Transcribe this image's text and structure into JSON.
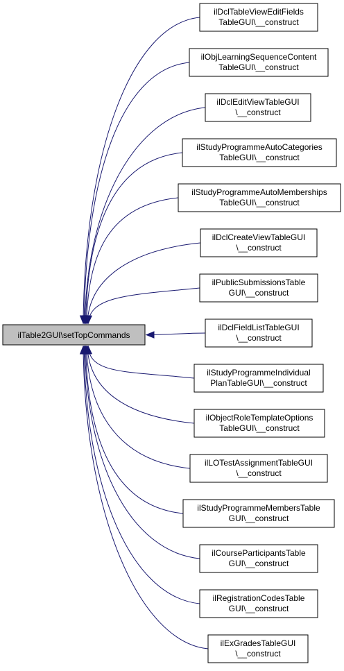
{
  "diagram": {
    "root": {
      "line1": "ilTable2GUI\\setTopCommands"
    },
    "callers": [
      {
        "line1": "ilDclTableViewEditFields",
        "line2": "TableGUI\\__construct"
      },
      {
        "line1": "ilObjLearningSequenceContent",
        "line2": "TableGUI\\__construct"
      },
      {
        "line1": "ilDclEditViewTableGUI",
        "line2": "\\__construct"
      },
      {
        "line1": "ilStudyProgrammeAutoCategories",
        "line2": "TableGUI\\__construct"
      },
      {
        "line1": "ilStudyProgrammeAutoMemberships",
        "line2": "TableGUI\\__construct"
      },
      {
        "line1": "ilDclCreateViewTableGUI",
        "line2": "\\__construct"
      },
      {
        "line1": "ilPublicSubmissionsTable",
        "line2": "GUI\\__construct"
      },
      {
        "line1": "ilDclFieldListTableGUI",
        "line2": "\\__construct"
      },
      {
        "line1": "ilStudyProgrammeIndividual",
        "line2": "PlanTableGUI\\__construct"
      },
      {
        "line1": "ilObjectRoleTemplateOptions",
        "line2": "TableGUI\\__construct"
      },
      {
        "line1": "ilLOTestAssignmentTableGUI",
        "line2": "\\__construct"
      },
      {
        "line1": "ilStudyProgrammeMembersTable",
        "line2": "GUI\\__construct"
      },
      {
        "line1": "ilCourseParticipantsTable",
        "line2": "GUI\\__construct"
      },
      {
        "line1": "ilRegistrationCodesTable",
        "line2": "GUI\\__construct"
      },
      {
        "line1": "ilExGradesTableGUI",
        "line2": "\\__construct"
      }
    ],
    "colors": {
      "edge": "#191970",
      "root_fill": "#bfbfbf",
      "node_fill": "#ffffff",
      "node_border": "#000000"
    }
  }
}
